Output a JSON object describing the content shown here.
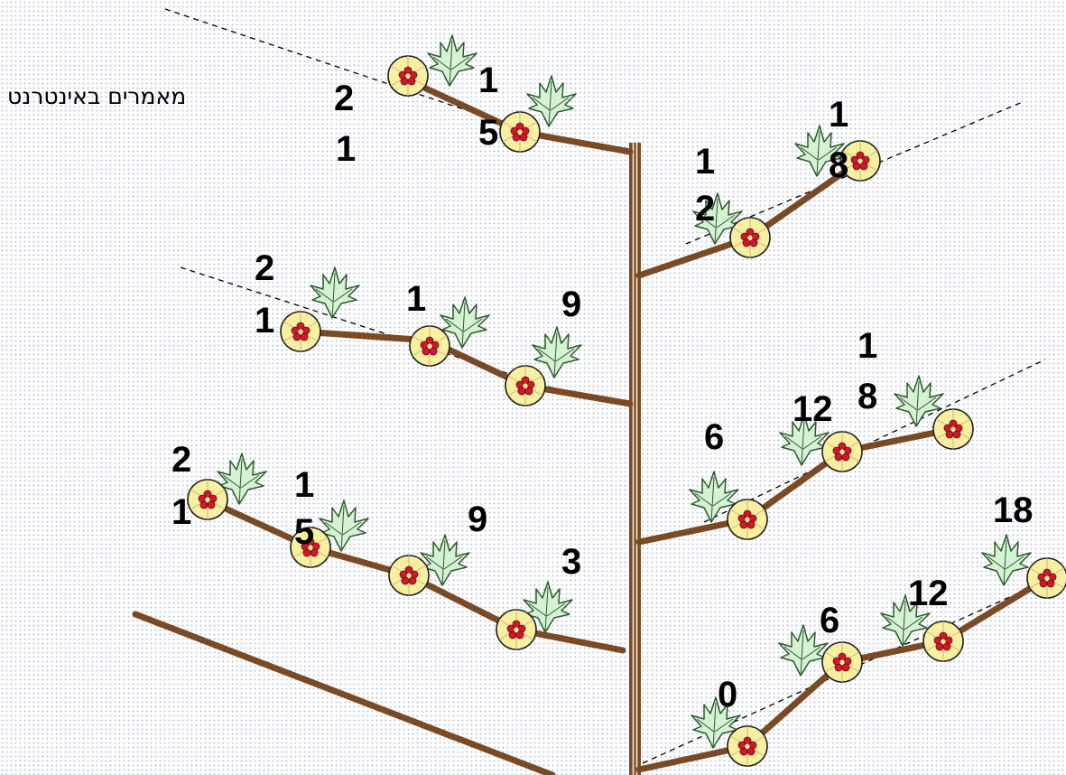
{
  "caption": "מאמרים באינטרנט",
  "labels": {
    "l1_2": "2",
    "l1_1": "1",
    "l1_tip_1": "1",
    "l1_tip_5": "5",
    "l2_2": "2",
    "l2_1": "1",
    "l2_mid_1": "1",
    "l2_9": "9",
    "l3_2": "2",
    "l3_1": "1",
    "l3_mid_1": "1",
    "l3_5": "5",
    "l3_9": "9",
    "l3_3": "3",
    "r1_1a": "1",
    "r1_2": "2",
    "r1_1b": "1",
    "r1_8": "8",
    "r2_6": "6",
    "r2_12": "12",
    "r2_1": "1",
    "r2_8": "8",
    "r3_0": "0",
    "r3_6": "6",
    "r3_12": "12",
    "r3_18": "18"
  },
  "colors": {
    "branch": "#7a4a25",
    "flower_fill": "#f8efa0",
    "flower_center": "#d0182a",
    "leaf_fill": "#d6f2d4"
  },
  "icons": [
    "flower-icon",
    "leaf-icon"
  ]
}
